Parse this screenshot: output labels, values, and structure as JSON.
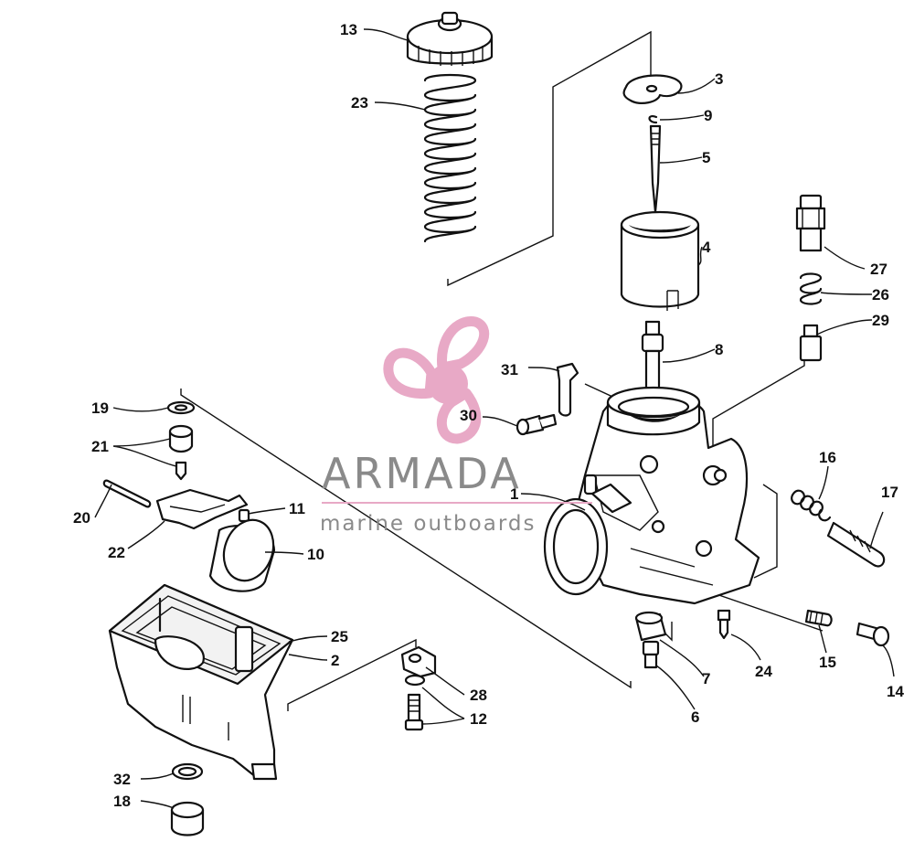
{
  "watermark": {
    "brand": "ARMADA",
    "tagline": "marine outboards",
    "accent_color": "#e8a9c6",
    "text_color": "#8a8a8a"
  },
  "callouts": {
    "n1": "1",
    "n2": "2",
    "n3": "3",
    "n4": "4",
    "n5": "5",
    "n6": "6",
    "n7": "7",
    "n8": "8",
    "n9": "9",
    "n10": "10",
    "n11": "11",
    "n12": "12",
    "n13": "13",
    "n14": "14",
    "n15": "15",
    "n16": "16",
    "n17": "17",
    "n18": "18",
    "n19": "19",
    "n20": "20",
    "n21": "21",
    "n22": "22",
    "n23": "23",
    "n24": "24",
    "n25": "25",
    "n26": "26",
    "n27": "27",
    "n28": "28",
    "n29": "29",
    "n30": "30",
    "n31": "31",
    "n32": "32"
  },
  "icons": {
    "logo": "propeller-logo-icon"
  }
}
